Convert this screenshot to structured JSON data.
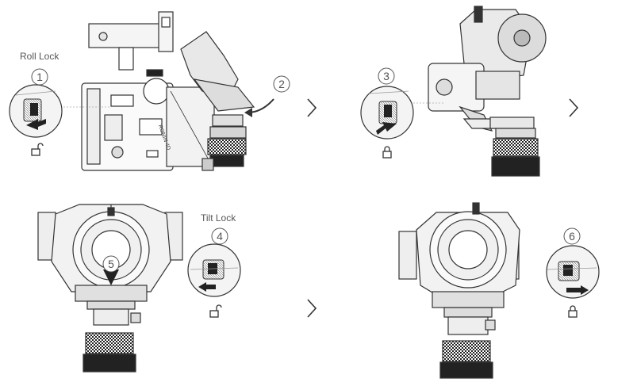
{
  "labels": {
    "roll_lock": "Roll Lock",
    "tilt_lock": "Tilt Lock",
    "product_text": "RONIN 4D"
  },
  "steps": [
    "1",
    "2",
    "3",
    "4",
    "5",
    "6"
  ],
  "icons": {
    "next_arrow": "chevron-right-icon",
    "unlock": "unlock-icon",
    "lock": "lock-icon",
    "direction_arrow": "arrow-icon"
  },
  "colors": {
    "line": "#333333",
    "fill_light": "#f0f0f0",
    "fill_mid": "#d9d9d9",
    "fill_dark": "#2a2a2a",
    "accent_label": "#555555"
  }
}
